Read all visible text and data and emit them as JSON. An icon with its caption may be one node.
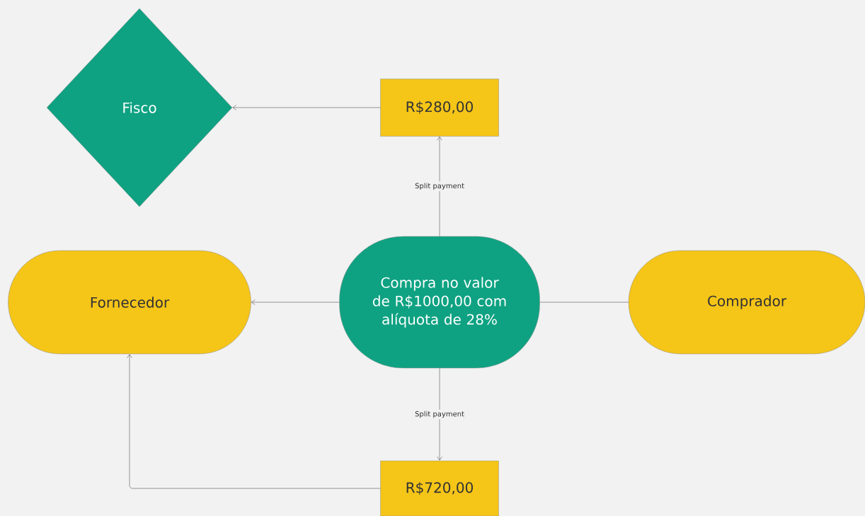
{
  "diagram": {
    "nodes": [
      {
        "text": [
          "Fisco"
        ]
      },
      {
        "text": [
          "R$280,00"
        ]
      },
      {
        "text": [
          "Fornecedor"
        ]
      },
      {
        "text": [
          "Compra no valor de R$1000,00 com alíquota de 28%"
        ]
      },
      {
        "text": [
          "Comprador"
        ]
      },
      {
        "text": [
          "R$720,00"
        ]
      }
    ],
    "edges": [
      {
        "from": 1,
        "to": 0,
        "arrow": "to"
      },
      {
        "from": 3,
        "to": 1,
        "arrow": "to",
        "label": "Split payment"
      },
      {
        "from": 3,
        "to": 2,
        "arrow": "to"
      },
      {
        "from": 4,
        "to": 3,
        "arrow": "none"
      },
      {
        "from": 3,
        "to": 5,
        "arrow": "to",
        "label": "Split payment"
      },
      {
        "from": 5,
        "to": 2,
        "arrow": "to"
      }
    ]
  }
}
